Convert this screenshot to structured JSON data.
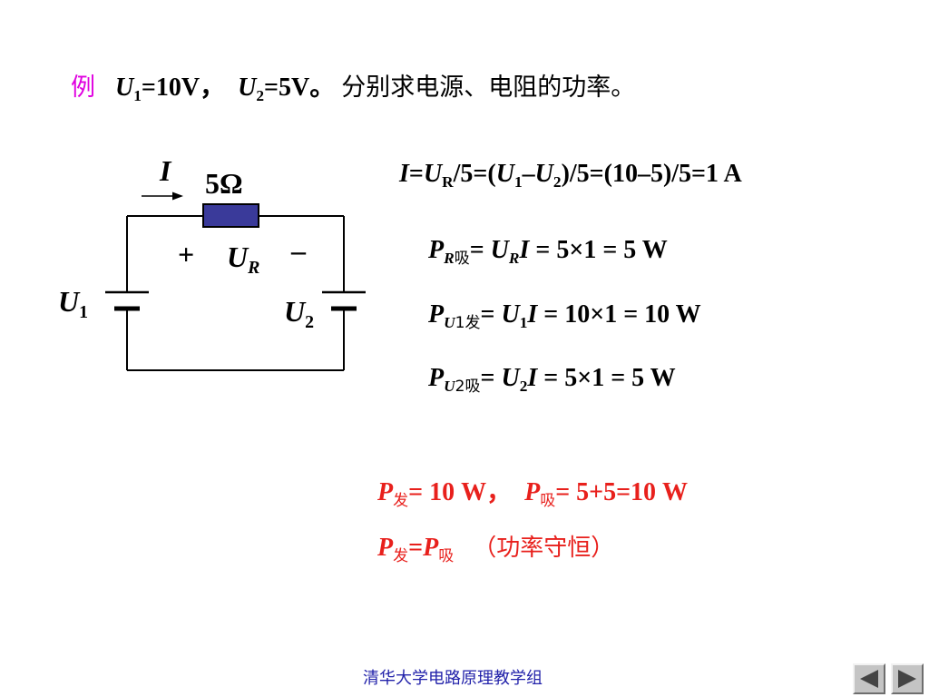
{
  "title": {
    "example_label": "例",
    "u1": "U",
    "u1_sub": "1",
    "u1_val": "=10V，",
    "u2": "U",
    "u2_sub": "2",
    "u2_val": "=5V。",
    "question": "分别求电源、电阻的功率。"
  },
  "circuit": {
    "current_label": "I",
    "resistance": "5Ω",
    "plus": "+",
    "minus": "–",
    "ur": "U",
    "ur_sub": "R",
    "u1": "U",
    "u1_sub": "1",
    "u2": "U",
    "u2_sub": "2"
  },
  "equations": {
    "current": {
      "p1": "I",
      "p2": "=",
      "p3": "U",
      "p3_sub": "R",
      "p4": "/5=(",
      "p5": "U",
      "p5_sub": "1",
      "p6": "–",
      "p7": "U",
      "p7_sub": "2",
      "p8": ")/5=(10–5)/5=1 A"
    },
    "pr": {
      "p": "P",
      "s1": "R",
      "s2": "吸",
      "a": "= ",
      "u": "U",
      "us": "R",
      "i": "I",
      "rest": " = 5×1 = 5 W"
    },
    "pu1": {
      "p": "P",
      "s1": "U",
      "s2": "1发",
      "a": "= ",
      "u": "U",
      "us": "1",
      "i": "I",
      "rest": " = 10×1 = 10 W"
    },
    "pu2": {
      "p": "P",
      "s1": "U",
      "s2": "2吸",
      "a": "= ",
      "u": "U",
      "us": "2",
      "i": "I",
      "rest": " = 5×1 = 5 W"
    }
  },
  "summary": {
    "line1": {
      "p": "P",
      "s": "发",
      "a": "= 10 W，",
      "p2": "P",
      "s2": "吸",
      "b": "= 5+5=10 W"
    },
    "line2": {
      "p": "P",
      "s": "发",
      "eq": "=",
      "p2": "P",
      "s2": "吸",
      "note": "（功率守恒）"
    }
  },
  "footer": "清华大学电路原理教学组",
  "colors": {
    "red": "#e8201c",
    "magenta": "#e000e0",
    "resistor_fill": "#3a3a9a",
    "nav_gray": "#c4c4c4"
  },
  "nav": {
    "prev_icon": "triangle-left-icon",
    "next_icon": "triangle-right-icon"
  }
}
